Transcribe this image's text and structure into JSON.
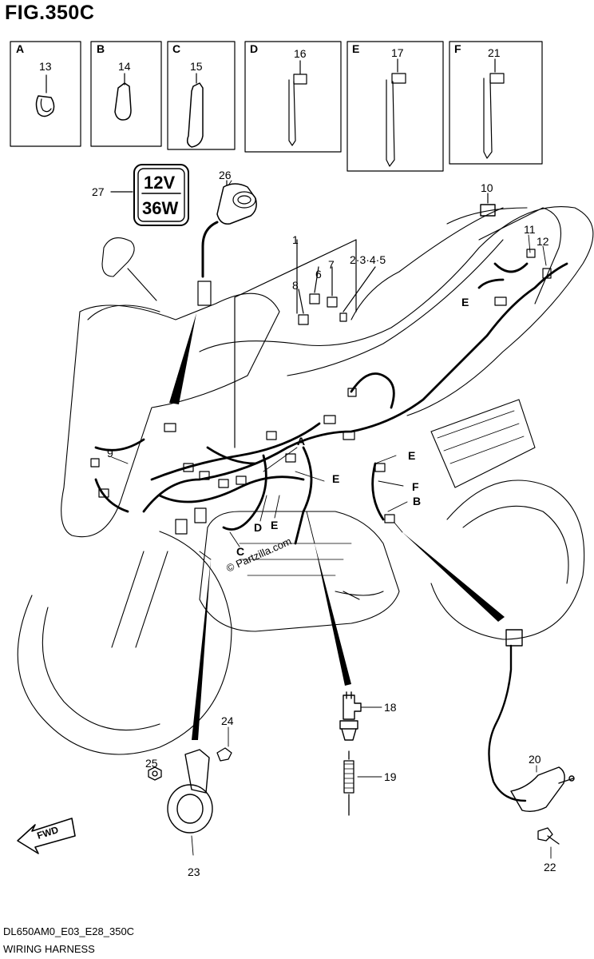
{
  "figure": {
    "title": "FIG.350C",
    "code": "DL650AM0_E03_E28_350C",
    "name": "WIRING HARNESS",
    "watermark": "© Partzilla.com"
  },
  "insets": [
    {
      "letter": "A",
      "part": "13"
    },
    {
      "letter": "B",
      "part": "14"
    },
    {
      "letter": "C",
      "part": "15"
    },
    {
      "letter": "D",
      "part": "16"
    },
    {
      "letter": "E",
      "part": "17"
    },
    {
      "letter": "F",
      "part": "21"
    }
  ],
  "bulb_spec": {
    "voltage": "12V",
    "wattage": "36W"
  },
  "callouts": {
    "p1": "1",
    "p2345": "2·3·4·5",
    "p6": "6",
    "p7": "7",
    "p8": "8",
    "p9": "9",
    "p10": "10",
    "p11": "11",
    "p12": "12",
    "p18": "18",
    "p19": "19",
    "p20": "20",
    "p22": "22",
    "p23": "23",
    "p24": "24",
    "p25": "25",
    "p26": "26",
    "p27": "27"
  },
  "clamp_labels": {
    "A": "A",
    "B": "B",
    "C": "C",
    "D": "D",
    "F": "F",
    "E1": "E",
    "E2": "E",
    "E3": "E",
    "E4": "E"
  },
  "fwd_label": "FWD",
  "colors": {
    "line": "#000000",
    "paper": "#ffffff"
  }
}
